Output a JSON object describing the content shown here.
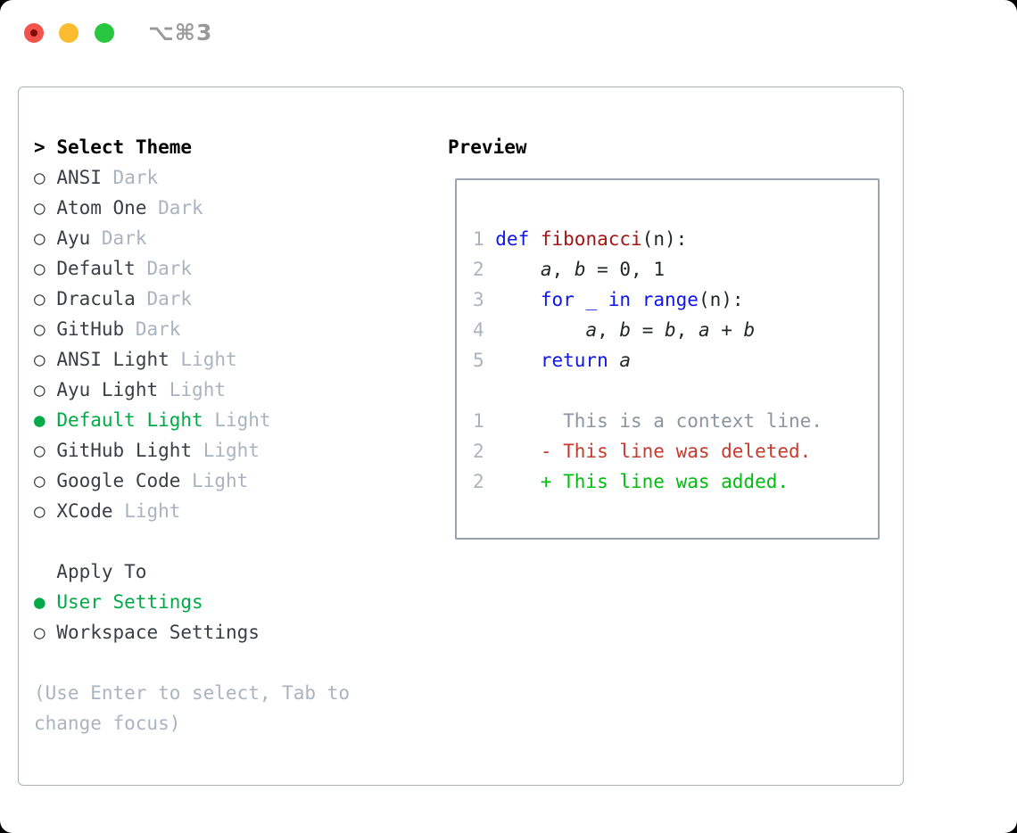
{
  "titlebar": {
    "title": "⌥⌘3"
  },
  "colors": {
    "selection_green": "#00aa46",
    "keyword_blue": "#0d16ec",
    "function_red": "#a31515",
    "diff_deleted_red": "#c53b2e",
    "diff_added_green": "#00bd10",
    "muted_gray": "#aab4be",
    "panel_border": "#a7b0ba",
    "traffic_red": "#f4534c",
    "traffic_yellow": "#fcbc30",
    "traffic_green": "#29c73f"
  },
  "panel": {
    "markers": {
      "header": ">",
      "selected": "●",
      "unselected": "○"
    },
    "theme_section": {
      "header_marker": ">",
      "header": "Select Theme",
      "items": [
        {
          "name": "ANSI",
          "variant": "Dark",
          "selected": false
        },
        {
          "name": "Atom One",
          "variant": "Dark",
          "selected": false
        },
        {
          "name": "Ayu",
          "variant": "Dark",
          "selected": false
        },
        {
          "name": "Default",
          "variant": "Dark",
          "selected": false
        },
        {
          "name": "Dracula",
          "variant": "Dark",
          "selected": false
        },
        {
          "name": "GitHub",
          "variant": "Dark",
          "selected": false
        },
        {
          "name": "ANSI Light",
          "variant": "Light",
          "selected": false
        },
        {
          "name": "Ayu Light",
          "variant": "Light",
          "selected": false
        },
        {
          "name": "Default Light",
          "variant": "Light",
          "selected": true
        },
        {
          "name": "GitHub Light",
          "variant": "Light",
          "selected": false
        },
        {
          "name": "Google Code",
          "variant": "Light",
          "selected": false
        },
        {
          "name": "XCode",
          "variant": "Light",
          "selected": false
        }
      ]
    },
    "apply_section": {
      "header": "Apply To",
      "items": [
        {
          "name": "User Settings",
          "selected": true
        },
        {
          "name": "Workspace Settings",
          "selected": false
        }
      ]
    },
    "help_text": "(Use Enter to select, Tab to change focus)"
  },
  "preview": {
    "header": "Preview",
    "lines": [
      {
        "num": "1",
        "segments": [
          {
            "t": "def",
            "c": "kw"
          },
          {
            "t": " ",
            "c": "pl"
          },
          {
            "t": "fibonacci",
            "c": "fn"
          },
          {
            "t": "(n):",
            "c": "pl"
          }
        ]
      },
      {
        "num": "2",
        "segments": [
          {
            "t": "    ",
            "c": "pl"
          },
          {
            "t": "a",
            "c": "var"
          },
          {
            "t": ", ",
            "c": "pl"
          },
          {
            "t": "b",
            "c": "var"
          },
          {
            "t": " = 0, 1",
            "c": "pl"
          }
        ]
      },
      {
        "num": "3",
        "segments": [
          {
            "t": "    ",
            "c": "pl"
          },
          {
            "t": "for",
            "c": "kw"
          },
          {
            "t": " ",
            "c": "pl"
          },
          {
            "t": "_",
            "c": "kw"
          },
          {
            "t": " ",
            "c": "pl"
          },
          {
            "t": "in",
            "c": "kw"
          },
          {
            "t": " ",
            "c": "pl"
          },
          {
            "t": "range",
            "c": "kw"
          },
          {
            "t": "(n):",
            "c": "pl"
          }
        ]
      },
      {
        "num": "4",
        "segments": [
          {
            "t": "        ",
            "c": "pl"
          },
          {
            "t": "a",
            "c": "var"
          },
          {
            "t": ", ",
            "c": "pl"
          },
          {
            "t": "b",
            "c": "var"
          },
          {
            "t": " = ",
            "c": "pl"
          },
          {
            "t": "b",
            "c": "var"
          },
          {
            "t": ", ",
            "c": "pl"
          },
          {
            "t": "a",
            "c": "var"
          },
          {
            "t": " + ",
            "c": "pl"
          },
          {
            "t": "b",
            "c": "var"
          }
        ]
      },
      {
        "num": "5",
        "segments": [
          {
            "t": "    ",
            "c": "pl"
          },
          {
            "t": "return",
            "c": "kw"
          },
          {
            "t": " ",
            "c": "pl"
          },
          {
            "t": "a",
            "c": "var"
          }
        ]
      },
      {
        "num": "",
        "segments": []
      },
      {
        "num": "1",
        "segments": [
          {
            "t": "      This is a context line.",
            "c": "ctx"
          }
        ]
      },
      {
        "num": "2",
        "segments": [
          {
            "t": "    ",
            "c": "pl"
          },
          {
            "t": "- This line was deleted.",
            "c": "del"
          }
        ]
      },
      {
        "num": "2",
        "segments": [
          {
            "t": "    ",
            "c": "pl"
          },
          {
            "t": "+ This line was added.",
            "c": "add"
          }
        ]
      }
    ]
  }
}
